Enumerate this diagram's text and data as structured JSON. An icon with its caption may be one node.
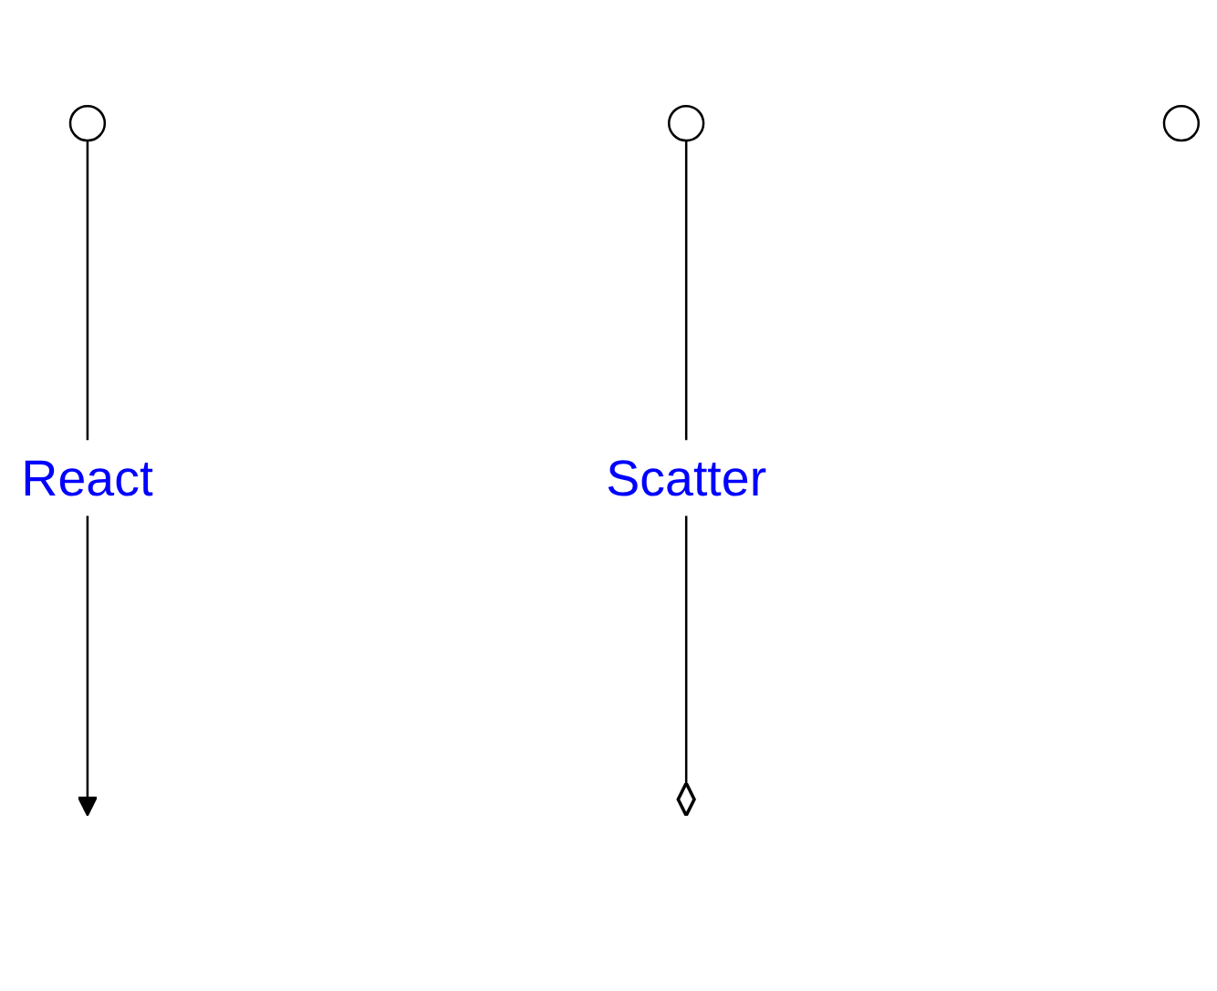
{
  "diagram": {
    "nodes": [
      {
        "text": [],
        "shape": "circle"
      },
      {
        "text": [],
        "shape": "circle"
      },
      {
        "text": [],
        "shape": "circle"
      }
    ],
    "edges": [
      {
        "from": 0,
        "to": null,
        "arrow": "to",
        "label": "React"
      },
      {
        "from": 1,
        "to": null,
        "arrow": "other",
        "label": "Scatter"
      }
    ]
  }
}
